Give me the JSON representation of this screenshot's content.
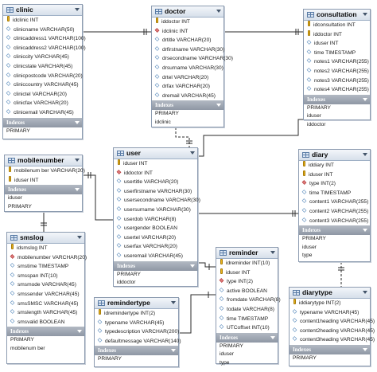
{
  "indexes_label": "Indexes",
  "tables": {
    "clinic": {
      "name": "clinic",
      "columns": [
        {
          "icon": "key",
          "text": "idclinic INT"
        },
        {
          "icon": "opt",
          "text": "clinicname VARCHAR(50)"
        },
        {
          "icon": "opt",
          "text": "clinicaddress1 VARCHAR(100)"
        },
        {
          "icon": "opt",
          "text": "clinicaddress2 VARCHAR(100)"
        },
        {
          "icon": "opt",
          "text": "cliniccity VARCHAR(45)"
        },
        {
          "icon": "opt",
          "text": "clinicstate VARCHAR(45)"
        },
        {
          "icon": "opt",
          "text": "clinicpostcode VARCHAR(20)"
        },
        {
          "icon": "opt",
          "text": "cliniccountry VARCHAR(45)"
        },
        {
          "icon": "opt",
          "text": "clinictel VARCHAR(20)"
        },
        {
          "icon": "opt",
          "text": "clinicfax VARCHAR(20)"
        },
        {
          "icon": "opt",
          "text": "clinicemail VARCHAR(45)"
        }
      ],
      "indexes": [
        "PRIMARY"
      ]
    },
    "doctor": {
      "name": "doctor",
      "columns": [
        {
          "icon": "key",
          "text": "iddoctor INT"
        },
        {
          "icon": "fk",
          "text": "idclinic INT"
        },
        {
          "icon": "opt",
          "text": "drtitle VARCHAR(20)"
        },
        {
          "icon": "opt",
          "text": "drfirstname VARCHAR(30)"
        },
        {
          "icon": "opt",
          "text": "drsecondname VARCHAR(30)"
        },
        {
          "icon": "opt",
          "text": "drsurname VARCHAR(30)"
        },
        {
          "icon": "opt",
          "text": "drtel VARCHAR(20)"
        },
        {
          "icon": "opt",
          "text": "drfax VARCHAR(20)"
        },
        {
          "icon": "opt",
          "text": "dremail VARCHAR(45)"
        }
      ],
      "indexes": [
        "PRIMARY",
        "idclinic"
      ]
    },
    "consultation": {
      "name": "consultation",
      "columns": [
        {
          "icon": "key",
          "text": "idconsultation INT"
        },
        {
          "icon": "key",
          "text": "iddoctor INT"
        },
        {
          "icon": "opt",
          "text": "iduser INT"
        },
        {
          "icon": "opt",
          "text": "time TIMESTAMP"
        },
        {
          "icon": "opt",
          "text": "notes1 VARCHAR(255)"
        },
        {
          "icon": "opt",
          "text": "notes2 VARCHAR(255)"
        },
        {
          "icon": "opt",
          "text": "notes3 VARCHAR(255)"
        },
        {
          "icon": "opt",
          "text": "notes4 VARCHAR(255)"
        }
      ],
      "indexes": [
        "PRIMARY",
        "iduser",
        "iddoctor"
      ]
    },
    "mobilenumber": {
      "name": "mobilenumber",
      "columns": [
        {
          "icon": "key",
          "text": "mobilenum ber VARCHAR(20)"
        },
        {
          "icon": "key",
          "text": "iduser INT"
        }
      ],
      "indexes": [
        "iduser",
        "PRIMARY"
      ]
    },
    "user": {
      "name": "user",
      "columns": [
        {
          "icon": "key",
          "text": "iduser INT"
        },
        {
          "icon": "fk",
          "text": "iddoctor INT"
        },
        {
          "icon": "opt",
          "text": "usertitle VARCHAR(20)"
        },
        {
          "icon": "opt",
          "text": "userfirstname VARCHAR(30)"
        },
        {
          "icon": "opt",
          "text": "usersecondname VARCHAR(30)"
        },
        {
          "icon": "opt",
          "text": "usersurname VARCHAR(30)"
        },
        {
          "icon": "opt",
          "text": "userdob VARCHAR(8)"
        },
        {
          "icon": "opt",
          "text": "usergender BOOLEAN"
        },
        {
          "icon": "opt",
          "text": "usertel VARCHAR(20)"
        },
        {
          "icon": "opt",
          "text": "userfax VARCHAR(20)"
        },
        {
          "icon": "opt",
          "text": "useremail VARCHAR(45)"
        }
      ],
      "indexes": [
        "PRIMARY",
        "iddoctor"
      ]
    },
    "diary": {
      "name": "diary",
      "columns": [
        {
          "icon": "key",
          "text": "iddiary INT"
        },
        {
          "icon": "key",
          "text": "iduser INT"
        },
        {
          "icon": "fk",
          "text": "type INT(2)"
        },
        {
          "icon": "opt",
          "text": "time TIMESTAMP"
        },
        {
          "icon": "opt",
          "text": "content1 VARCHAR(255)"
        },
        {
          "icon": "opt",
          "text": "content2 VARCHAR(255)"
        },
        {
          "icon": "opt",
          "text": "content3 VARCHAR(255)"
        }
      ],
      "indexes": [
        "PRIMARY",
        "iduser",
        "type"
      ]
    },
    "smslog": {
      "name": "smslog",
      "columns": [
        {
          "icon": "key",
          "text": "idsmslog INT"
        },
        {
          "icon": "fk",
          "text": "mobilenumber VARCHAR(20)"
        },
        {
          "icon": "opt",
          "text": "smstime TIMESTAMP"
        },
        {
          "icon": "opt",
          "text": "smsspan INT(10)"
        },
        {
          "icon": "opt",
          "text": "smsmode VARCHAR(45)"
        },
        {
          "icon": "opt",
          "text": "smssender VARCHAR(45)"
        },
        {
          "icon": "opt",
          "text": "smsSMSC VARCHAR(45)"
        },
        {
          "icon": "opt",
          "text": "smslength VARCHAR(45)"
        },
        {
          "icon": "opt",
          "text": "smsvalid BOOLEAN"
        }
      ],
      "indexes": [
        "PRIMARY",
        "mobilenum ber"
      ]
    },
    "reminder": {
      "name": "reminder",
      "columns": [
        {
          "icon": "key",
          "text": "idreminder INT(10)"
        },
        {
          "icon": "key",
          "text": "iduser INT"
        },
        {
          "icon": "fk",
          "text": "type INT(2)"
        },
        {
          "icon": "opt",
          "text": "active BOOLEAN"
        },
        {
          "icon": "opt",
          "text": "fromdate VARCHAR(8)"
        },
        {
          "icon": "opt",
          "text": "todate VARCHAR(8)"
        },
        {
          "icon": "opt",
          "text": "time TIMESTAMP"
        },
        {
          "icon": "opt",
          "text": "UTCoffset INT(10)"
        }
      ],
      "indexes": [
        "PRIMARY",
        "iduser",
        "type"
      ]
    },
    "remindertype": {
      "name": "remindertype",
      "columns": [
        {
          "icon": "key",
          "text": "idremindertype INT(2)"
        },
        {
          "icon": "opt",
          "text": "typename VARCHAR(45)"
        },
        {
          "icon": "opt",
          "text": "typedescription VARCHAR(200)"
        },
        {
          "icon": "opt",
          "text": "defaultmessage VARCHAR(140)"
        }
      ],
      "indexes": [
        "PRIMARY"
      ]
    },
    "diarytype": {
      "name": "diarytype",
      "columns": [
        {
          "icon": "key",
          "text": "iddiarytype INT(2)"
        },
        {
          "icon": "opt",
          "text": "typename VARCHAR(45)"
        },
        {
          "icon": "opt",
          "text": "content1heading VARCHAR(45)"
        },
        {
          "icon": "opt",
          "text": "content2heading VARCHAR(45)"
        },
        {
          "icon": "opt",
          "text": "content3heading VARCHAR(45)"
        }
      ],
      "indexes": [
        "PRIMARY"
      ]
    }
  }
}
